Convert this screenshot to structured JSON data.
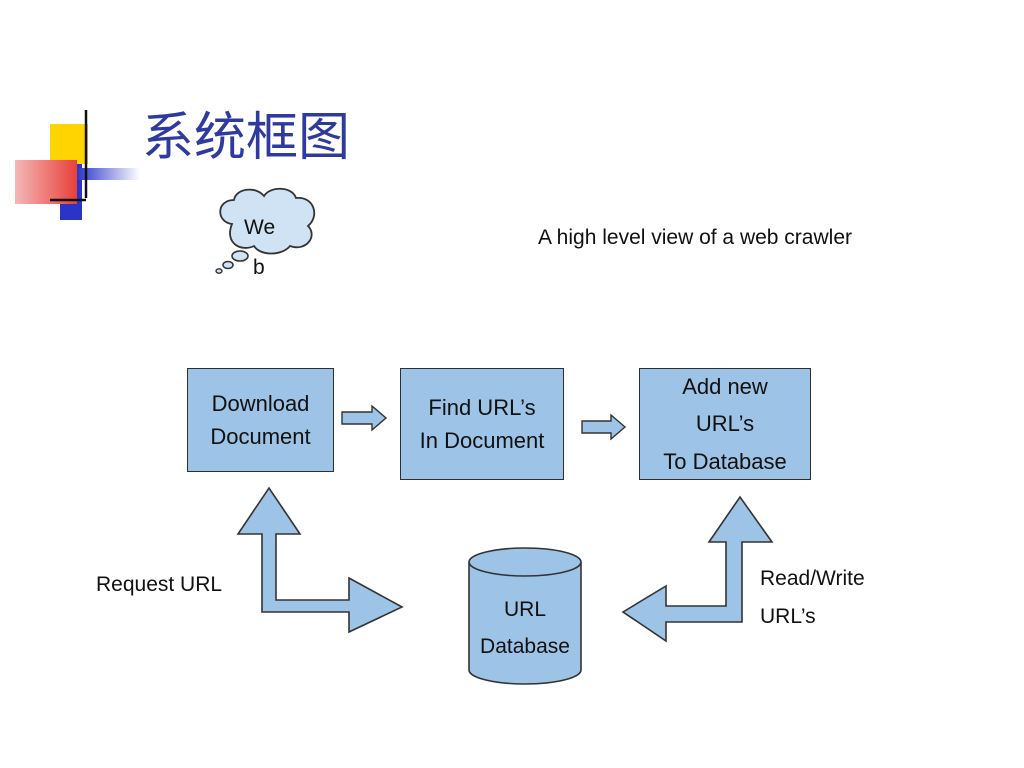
{
  "slide": {
    "title": "系统框图",
    "subtitle": "A high level view of a web crawler",
    "cloud": {
      "line1": "We",
      "line2": "b"
    }
  },
  "diagram": {
    "nodes": {
      "download": {
        "line1": "Download",
        "line2": "Document"
      },
      "find": {
        "line1": "Find URL’s",
        "line2": "In Document"
      },
      "add": {
        "line1": "Add new",
        "line2": "URL’s",
        "line3": "To Database"
      },
      "database": {
        "line1": "URL",
        "line2": "Database"
      }
    },
    "labels": {
      "request": "Request URL",
      "readwrite_1": "Read/Write",
      "readwrite_2": "URL’s"
    }
  },
  "colors": {
    "box_fill": "#9dc3e6",
    "title": "#2e3a9e",
    "accent_yellow": "#ffd400",
    "accent_red": "#e8403a",
    "accent_blue": "#2a34c8"
  }
}
